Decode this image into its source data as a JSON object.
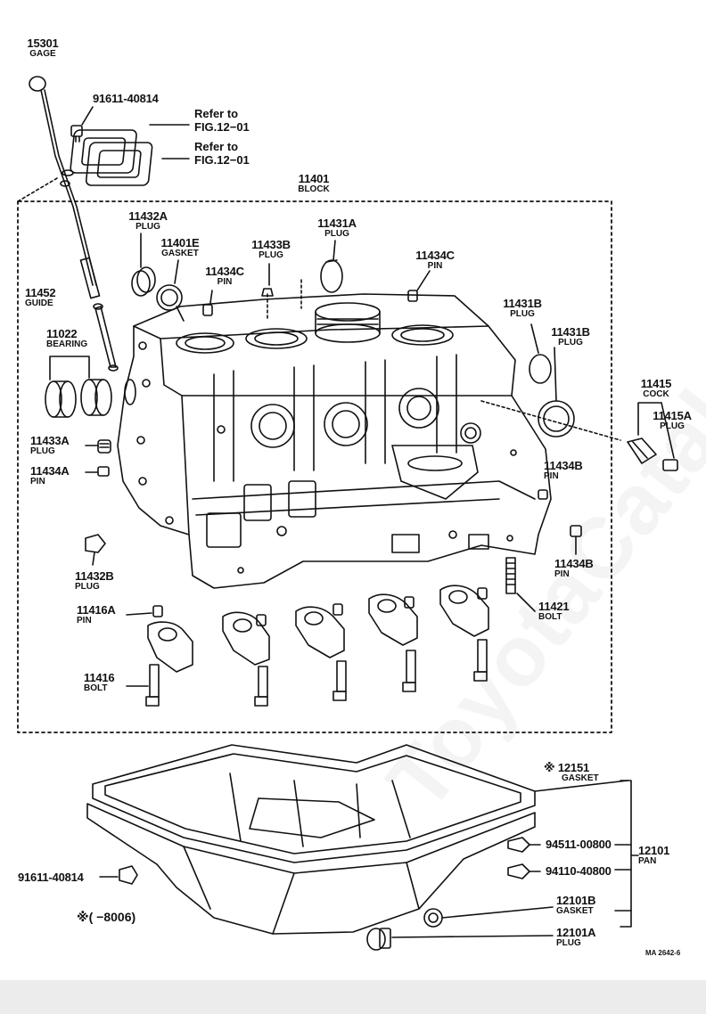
{
  "watermark": "ToyotaCatalog.ru",
  "refs": [
    "Refer to",
    "FIG.12−01",
    "Refer to",
    "FIG.12−01"
  ],
  "note": "※(      −8006)",
  "drawing_code": "MA 2642-6",
  "parts": [
    {
      "key": "p15301",
      "number": "15301",
      "name": "GAGE"
    },
    {
      "key": "p91611a",
      "number": "91611-40814",
      "name": ""
    },
    {
      "key": "p11401",
      "number": "11401",
      "name": "BLOCK"
    },
    {
      "key": "p11432a",
      "number": "11432A",
      "name": "PLUG"
    },
    {
      "key": "p11401e",
      "number": "11401E",
      "name": "GASKET"
    },
    {
      "key": "p11433b",
      "number": "11433B",
      "name": "PLUG"
    },
    {
      "key": "p11431a",
      "number": "11431A",
      "name": "PLUG"
    },
    {
      "key": "p11434c_r",
      "number": "11434C",
      "name": "PIN"
    },
    {
      "key": "p11434c_l",
      "number": "11434C",
      "name": "PIN"
    },
    {
      "key": "p11452",
      "number": "11452",
      "name": "GUIDE"
    },
    {
      "key": "p11022",
      "number": "11022",
      "name": "BEARING"
    },
    {
      "key": "p11431b_1",
      "number": "11431B",
      "name": "PLUG"
    },
    {
      "key": "p11431b_2",
      "number": "11431B",
      "name": "PLUG"
    },
    {
      "key": "p11415",
      "number": "11415",
      "name": "COCK"
    },
    {
      "key": "p11415a",
      "number": "11415A",
      "name": "PLUG"
    },
    {
      "key": "p11433a",
      "number": "11433A",
      "name": "PLUG"
    },
    {
      "key": "p11434a",
      "number": "11434A",
      "name": "PIN"
    },
    {
      "key": "p11434b_1",
      "number": "11434B",
      "name": "PIN"
    },
    {
      "key": "p11434b_2",
      "number": "11434B",
      "name": "PIN"
    },
    {
      "key": "p11432b",
      "number": "11432B",
      "name": "PLUG"
    },
    {
      "key": "p11421",
      "number": "11421",
      "name": "BOLT"
    },
    {
      "key": "p11416a",
      "number": "11416A",
      "name": "PIN"
    },
    {
      "key": "p11416",
      "number": "11416",
      "name": "BOLT"
    },
    {
      "key": "p12151",
      "number": "※ 12151",
      "name": "GASKET"
    },
    {
      "key": "p94511",
      "number": "94511-00800",
      "name": ""
    },
    {
      "key": "p12101",
      "number": "12101",
      "name": "PAN"
    },
    {
      "key": "p94110",
      "number": "94110-40800",
      "name": ""
    },
    {
      "key": "p91611b",
      "number": "91611-40814",
      "name": ""
    },
    {
      "key": "p12101b",
      "number": "12101B",
      "name": "GASKET"
    },
    {
      "key": "p12101a",
      "number": "12101A",
      "name": "PLUG"
    }
  ]
}
